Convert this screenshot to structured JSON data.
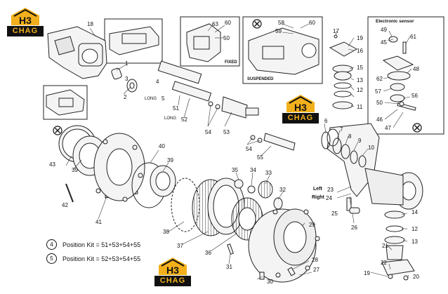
{
  "brand": {
    "word": "CHAG",
    "emblem": "Н3",
    "color_yellow": "#f2b01c",
    "color_black": "#111111"
  },
  "insets": {
    "fixed_label": "FIXED",
    "suspended_label": "SUSPENDED",
    "electronic_sensor_label": "Electronic sensor"
  },
  "labels": {
    "long_1": "LONG",
    "long_2": "LONG",
    "left": "Left",
    "right": "Right"
  },
  "position_kits": [
    {
      "circle": "4",
      "text": "Position Kit = 51+53+54+55"
    },
    {
      "circle": "5",
      "text": "Position Kit = 52+53+54+55"
    }
  ],
  "parts": [
    "18",
    "1",
    "2",
    "3",
    "4",
    "5",
    "51",
    "52",
    "54",
    "53",
    "54",
    "55",
    "63",
    "60",
    "50",
    "58",
    "59",
    "60",
    "17",
    "19",
    "16",
    "15",
    "13",
    "12",
    "11",
    "49",
    "45",
    "61",
    "48",
    "62",
    "57",
    "56",
    "50",
    "46",
    "47",
    "43",
    "39",
    "40",
    "39",
    "42",
    "41",
    "38",
    "37",
    "36",
    "35",
    "34",
    "33",
    "32",
    "31",
    "6",
    "7",
    "8",
    "9",
    "10",
    "23",
    "24",
    "25",
    "26",
    "29",
    "28",
    "27",
    "30",
    "14",
    "12",
    "13",
    "21",
    "22",
    "19",
    "20"
  ]
}
